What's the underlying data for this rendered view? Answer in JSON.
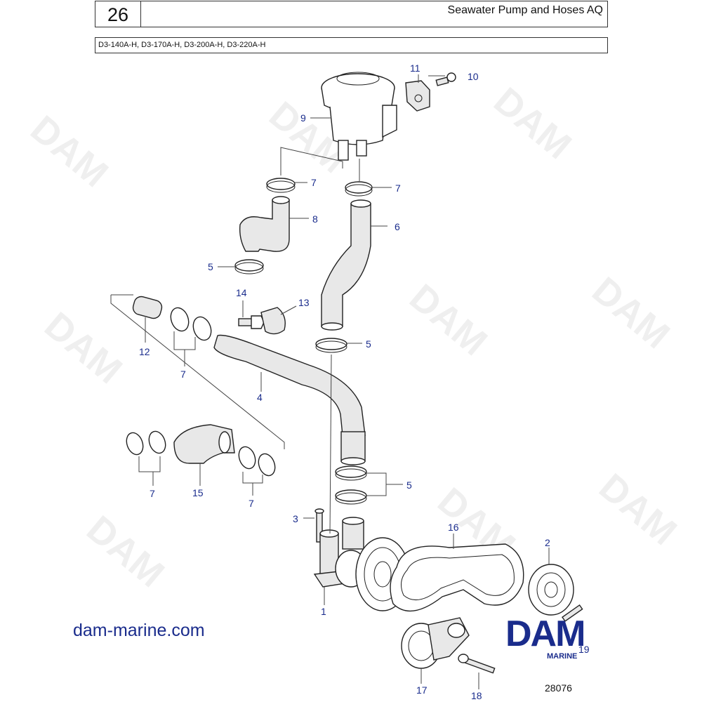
{
  "header": {
    "page_number": "26",
    "title": "Seawater Pump and Hoses AQ",
    "models": "D3-140A-H, D3-170A-H, D3-200A-H, D3-220A-H"
  },
  "callouts": [
    "1",
    "2",
    "3",
    "4",
    "5",
    "5",
    "5",
    "6",
    "7",
    "7",
    "7",
    "7",
    "7",
    "8",
    "9",
    "10",
    "11",
    "12",
    "13",
    "14",
    "15",
    "16",
    "17",
    "18",
    "19"
  ],
  "footer": {
    "website": "dam-marine.com",
    "drawing_number": "28076",
    "logo_text": "DAM",
    "logo_subtext": "MARINE"
  },
  "watermark_text": "DAM",
  "colors": {
    "callout": "#1a2c8c",
    "logo": "#1a2c8c"
  }
}
